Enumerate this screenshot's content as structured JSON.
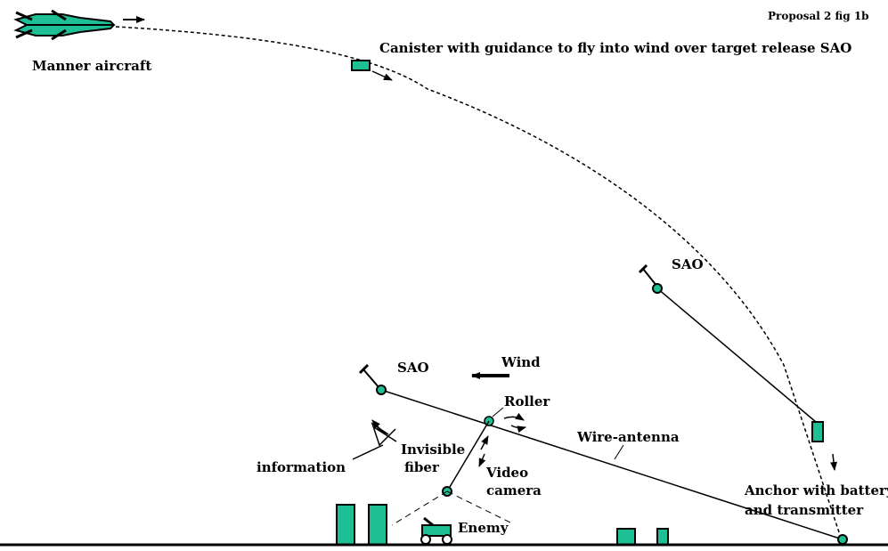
{
  "figure_id": "Proposal 2 fig 1b",
  "labels": {
    "aircraft": "Manner aircraft",
    "canister": "Canister with guidance to fly into wind over target release SAO",
    "sao_upper": "SAO",
    "sao_lower": "SAO",
    "wind": "Wind",
    "roller": "Roller",
    "wire_antenna": "Wire-antenna",
    "invisible_fiber_1": "Invisible",
    "invisible_fiber_2": "fiber",
    "information": "information",
    "video_camera_1": "Video",
    "video_camera_2": "camera",
    "enemy": "Enemy",
    "anchor_1": "Anchor with battery",
    "anchor_2": "and transmitter"
  },
  "colors": {
    "accent": "#1fbf96",
    "line": "#000000"
  },
  "icons": [
    "aircraft-icon",
    "canister-icon",
    "parachute-icon",
    "anchor-icon",
    "tank-icon",
    "building-icon"
  ]
}
